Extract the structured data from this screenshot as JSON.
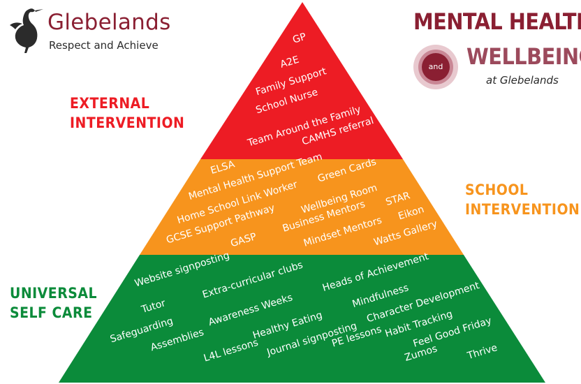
{
  "logo": {
    "name": "Glebelands",
    "tagline": "Respect and Achieve"
  },
  "title_block": {
    "line1": "MENTAL HEALTH",
    "and_word": "and",
    "line2": "WELLBEING",
    "line3": "at Glebelands"
  },
  "colors": {
    "external": "#ed1c24",
    "school": "#f7941d",
    "universal": "#0b8b3a",
    "brand": "#8a1f32"
  },
  "levels": {
    "external": {
      "heading": [
        "EXTERNAL",
        "INTERVENTION"
      ],
      "items": [
        "GP",
        "A2E",
        "Family Support",
        "School Nurse",
        "Team Around the Family",
        "CAMHS referral"
      ]
    },
    "school": {
      "heading": [
        "SCHOOL",
        "INTERVENTION"
      ],
      "items": [
        "ELSA",
        "Mental Health Support Team",
        "Green Cards",
        "Home School Link Worker",
        "Wellbeing Room",
        "STAR",
        "GCSE Support Pathway",
        "Business Mentors",
        "Eikon",
        "GASP",
        "Mindset Mentors",
        "Watts Gallery"
      ]
    },
    "universal": {
      "heading": [
        "UNIVERSAL",
        "SELF CARE"
      ],
      "items": [
        "Website signposting",
        "Extra-curricular clubs",
        "Heads of Achievement",
        "Tutor",
        "Mindfulness",
        "Awareness Weeks",
        "Character Development",
        "Safeguarding",
        "Healthy Eating",
        "Habit Tracking",
        "Assemblies",
        "Journal signposting",
        "PE lessons",
        "Feel Good Friday",
        "L4L lessons",
        "Zumos",
        "Thrive"
      ]
    }
  }
}
